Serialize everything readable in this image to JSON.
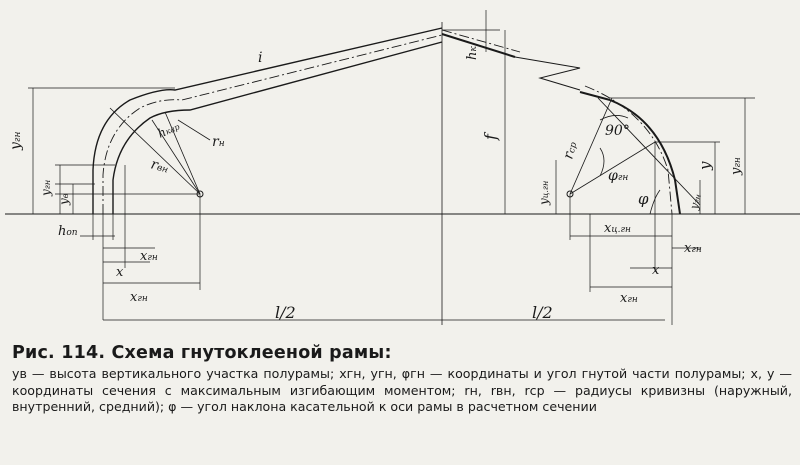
{
  "figure": {
    "labels": {
      "y_gn_left": "y",
      "y_gn_left_sub": "гн",
      "y_gn_small": "y",
      "y_gn_small_sub": "гн",
      "y_v": "y",
      "y_v_sub": "в",
      "h_op": "h",
      "h_op_sub": "оп",
      "x_gn_1": "x",
      "x_gn_1_sub": "гн",
      "x_1": "x",
      "x_gn_2": "x",
      "x_gn_2_sub": "гн",
      "half_span_left": "l/2",
      "half_span_right": "l/2",
      "i_label": "i",
      "h_kar": "h",
      "h_kar_sub": "кар",
      "r_n": "r",
      "r_n_sub": "н",
      "r_vn": "r",
      "r_vn_sub": "вн",
      "h_k": "h",
      "h_k_sub": "к",
      "f_label": "f",
      "r_sr": "r",
      "r_sr_sub": "ср",
      "angle_90": "90°",
      "phi_gn": "φ",
      "phi_gn_sub": "гн",
      "phi": "φ",
      "y_label": "y",
      "y_gn_right": "y",
      "y_gn_right_sub": "гн",
      "y_gn_right2": "y",
      "y_gn_right2_sub": "гн",
      "y_cgn": "y",
      "y_cgn_sub": "ц.гн",
      "x_cgn": "x",
      "x_cgn_sub": "ц.гн",
      "x_gn_r1": "x",
      "x_gn_r1_sub": "гн",
      "x_r": "x",
      "x_gn_r2": "x",
      "x_gn_r2_sub": "гн"
    }
  },
  "caption": {
    "title": "Рис. 114. Схема гнутоклееной рамы:",
    "text": "yв — высота вертикального участка полурамы; xгн, yгн, φгн — координаты и угол гнутой части полурамы; x, y — координаты сечения с максимальным изгибающим моментом; rн, rвн, rср — радиусы кривизны (наружный, внутренний, средний); φ — угол наклона касательной к оси рамы в расчетном сечении"
  }
}
